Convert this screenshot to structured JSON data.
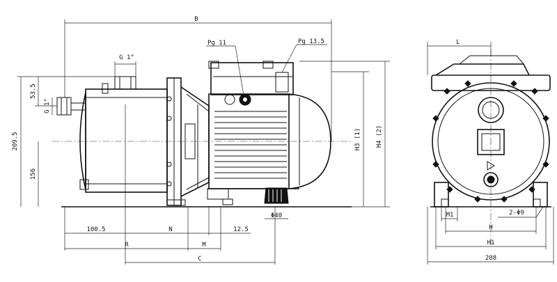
{
  "drawing": {
    "side_view": {
      "dimensions": {
        "overall_length": "B",
        "suction_thread": "G 1\"",
        "discharge_thread": "G 1\"",
        "discharge_height": "53.5",
        "overall_height": "209.5",
        "shaft_height": "156",
        "suction_offset": "100.5",
        "mid_offset": "N",
        "foot_offset": "12.5",
        "foot_hole": "Φ40",
        "left_segment": "R",
        "foot_span": "M",
        "center_distance": "C",
        "height_h3": "H3 (1)",
        "height_h4": "H4 (2)"
      },
      "cable_gland_1": "Pg 11",
      "cable_gland_2": "Pg 13.5"
    },
    "front_view": {
      "dimensions": {
        "top_width": "L",
        "foot_width": "M1",
        "holes": "2-Φ9",
        "hole_span": "H",
        "base_span": "H1",
        "overall_width": "208"
      }
    }
  }
}
